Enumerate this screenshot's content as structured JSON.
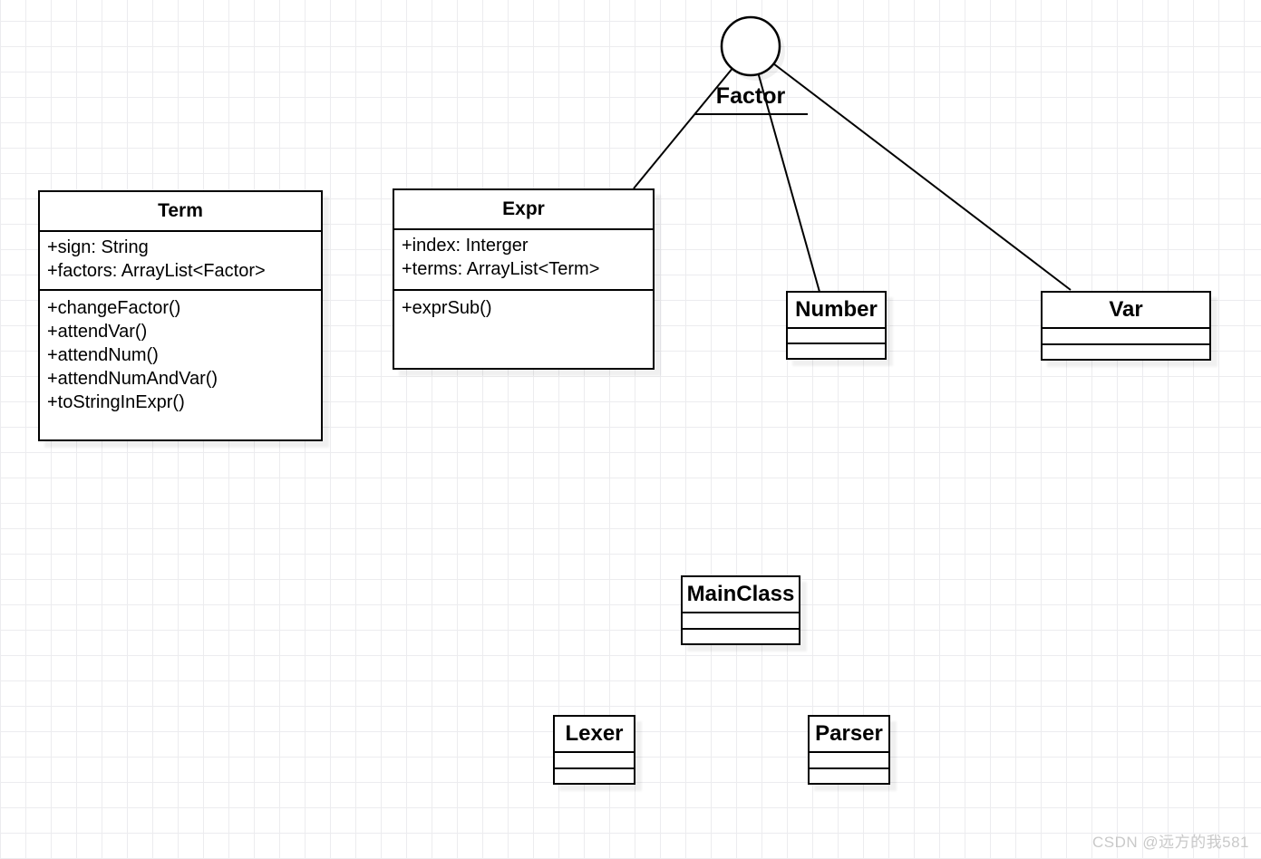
{
  "diagram_type": "uml-class-diagram",
  "interface": {
    "label": "Factor"
  },
  "classes": {
    "term": {
      "name": "Term",
      "attributes": [
        "+sign: String",
        "+factors: ArrayList<Factor>"
      ],
      "methods": [
        "+changeFactor()",
        "+attendVar()",
        "+attendNum()",
        "+attendNumAndVar()",
        "+toStringInExpr()"
      ]
    },
    "expr": {
      "name": "Expr",
      "attributes": [
        "+index: Interger",
        "+terms: ArrayList<Term>"
      ],
      "methods": [
        "+exprSub()"
      ]
    },
    "number": {
      "name": "Number"
    },
    "var": {
      "name": "Var"
    },
    "mainclass": {
      "name": "MainClass"
    },
    "lexer": {
      "name": "Lexer"
    },
    "parser": {
      "name": "Parser"
    }
  },
  "connectors": [
    {
      "from": "Factor",
      "to": "Expr"
    },
    {
      "from": "Factor",
      "to": "Number"
    },
    {
      "from": "Factor",
      "to": "Var"
    }
  ],
  "watermark": {
    "text": "CSDN @远方的我581"
  },
  "colors": {
    "line": "#000000",
    "box_fill": "#ffffff",
    "grid": "#ececef",
    "watermark": "#c9c9c9"
  }
}
